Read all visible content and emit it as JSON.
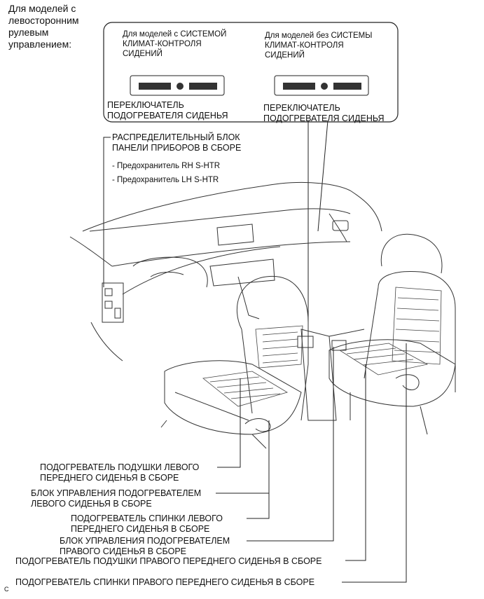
{
  "header": {
    "text": "Для моделей с\nлевосторонним\nрулевым\nуправлением:"
  },
  "inset": {
    "left_title": "Для моделей с СИСТЕМОЙ\nКЛИМАТ-КОНТРОЛЯ\nСИДЕНИЙ",
    "right_title": "Для моделей без СИСТЕМЫ\nКЛИМАТ-КОНТРОЛЯ\nСИДЕНИЙ",
    "left_switch_label": "ПЕРЕКЛЮЧАТЕЛЬ\nПОДОГРЕВАТЕЛЯ СИДЕНЬЯ",
    "right_switch_label": "ПЕРЕКЛЮЧАТЕЛЬ\nПОДОГРЕВАТЕЛЯ СИДЕНЬЯ"
  },
  "junction_block": {
    "label": "РАСПРЕДЕЛИТЕЛЬНЫЙ БЛОК\nПАНЕЛИ ПРИБОРОВ В СБОРЕ",
    "fuses": [
      "- Предохранитель RH S-HTR",
      "- Предохранитель LH S-HTR"
    ]
  },
  "callouts": [
    "ПОДОГРЕВАТЕЛЬ ПОДУШКИ ЛЕВОГО\nПЕРЕДНЕГО СИДЕНЬЯ В СБОРЕ",
    "БЛОК УПРАВЛЕНИЯ ПОДОГРЕВАТЕЛЕМ\nЛЕВОГО СИДЕНЬЯ В СБОРЕ",
    "ПОДОГРЕВАТЕЛЬ СПИНКИ ЛЕВОГО\nПЕРЕДНЕГО СИДЕНЬЯ В СБОРЕ",
    "БЛОК УПРАВЛЕНИЯ ПОДОГРЕВАТЕЛЕМ\nПРАВОГО СИДЕНЬЯ В СБОРЕ",
    "ПОДОГРЕВАТЕЛЬ ПОДУШКИ ПРАВОГО ПЕРЕДНЕГО СИДЕНЬЯ В СБОРЕ",
    "ПОДОГРЕВАТЕЛЬ СПИНКИ ПРАВОГО ПЕРЕДНЕГО СИДЕНЬЯ В СБОРЕ"
  ],
  "figure_code": "C"
}
